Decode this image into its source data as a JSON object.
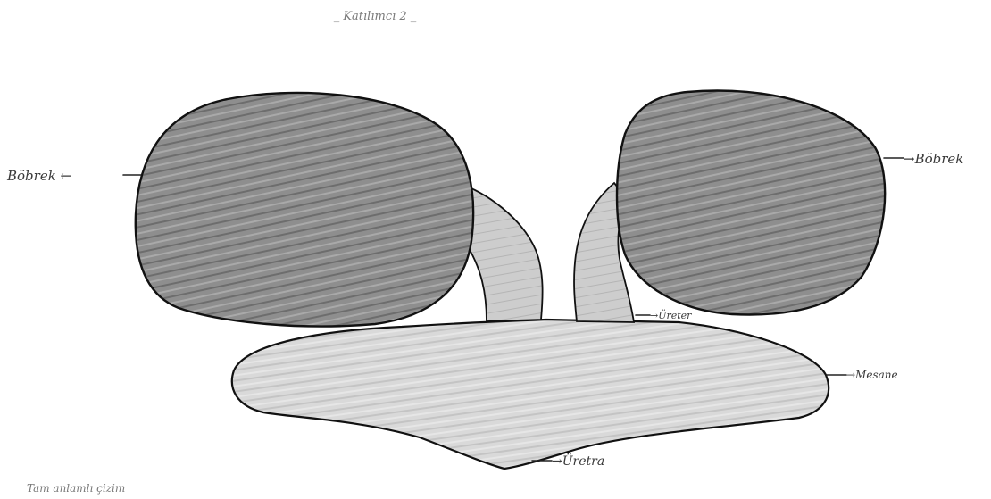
{
  "header": {
    "title": "_ Katılımcı 2 _"
  },
  "labels": {
    "left_kidney": "Böbrek ←",
    "right_kidney": "→Böbrek",
    "ureter": "→Üreter",
    "bladder": "→Mesane",
    "urethra": "→Üretra"
  },
  "footer": {
    "note": "Tam anlamlı çizim"
  },
  "colors": {
    "kidney_fill": "#8c8c8c",
    "ureter_fill": "#cfcfcf",
    "bladder_fill": "#d8d8d8",
    "outline": "#111111"
  }
}
